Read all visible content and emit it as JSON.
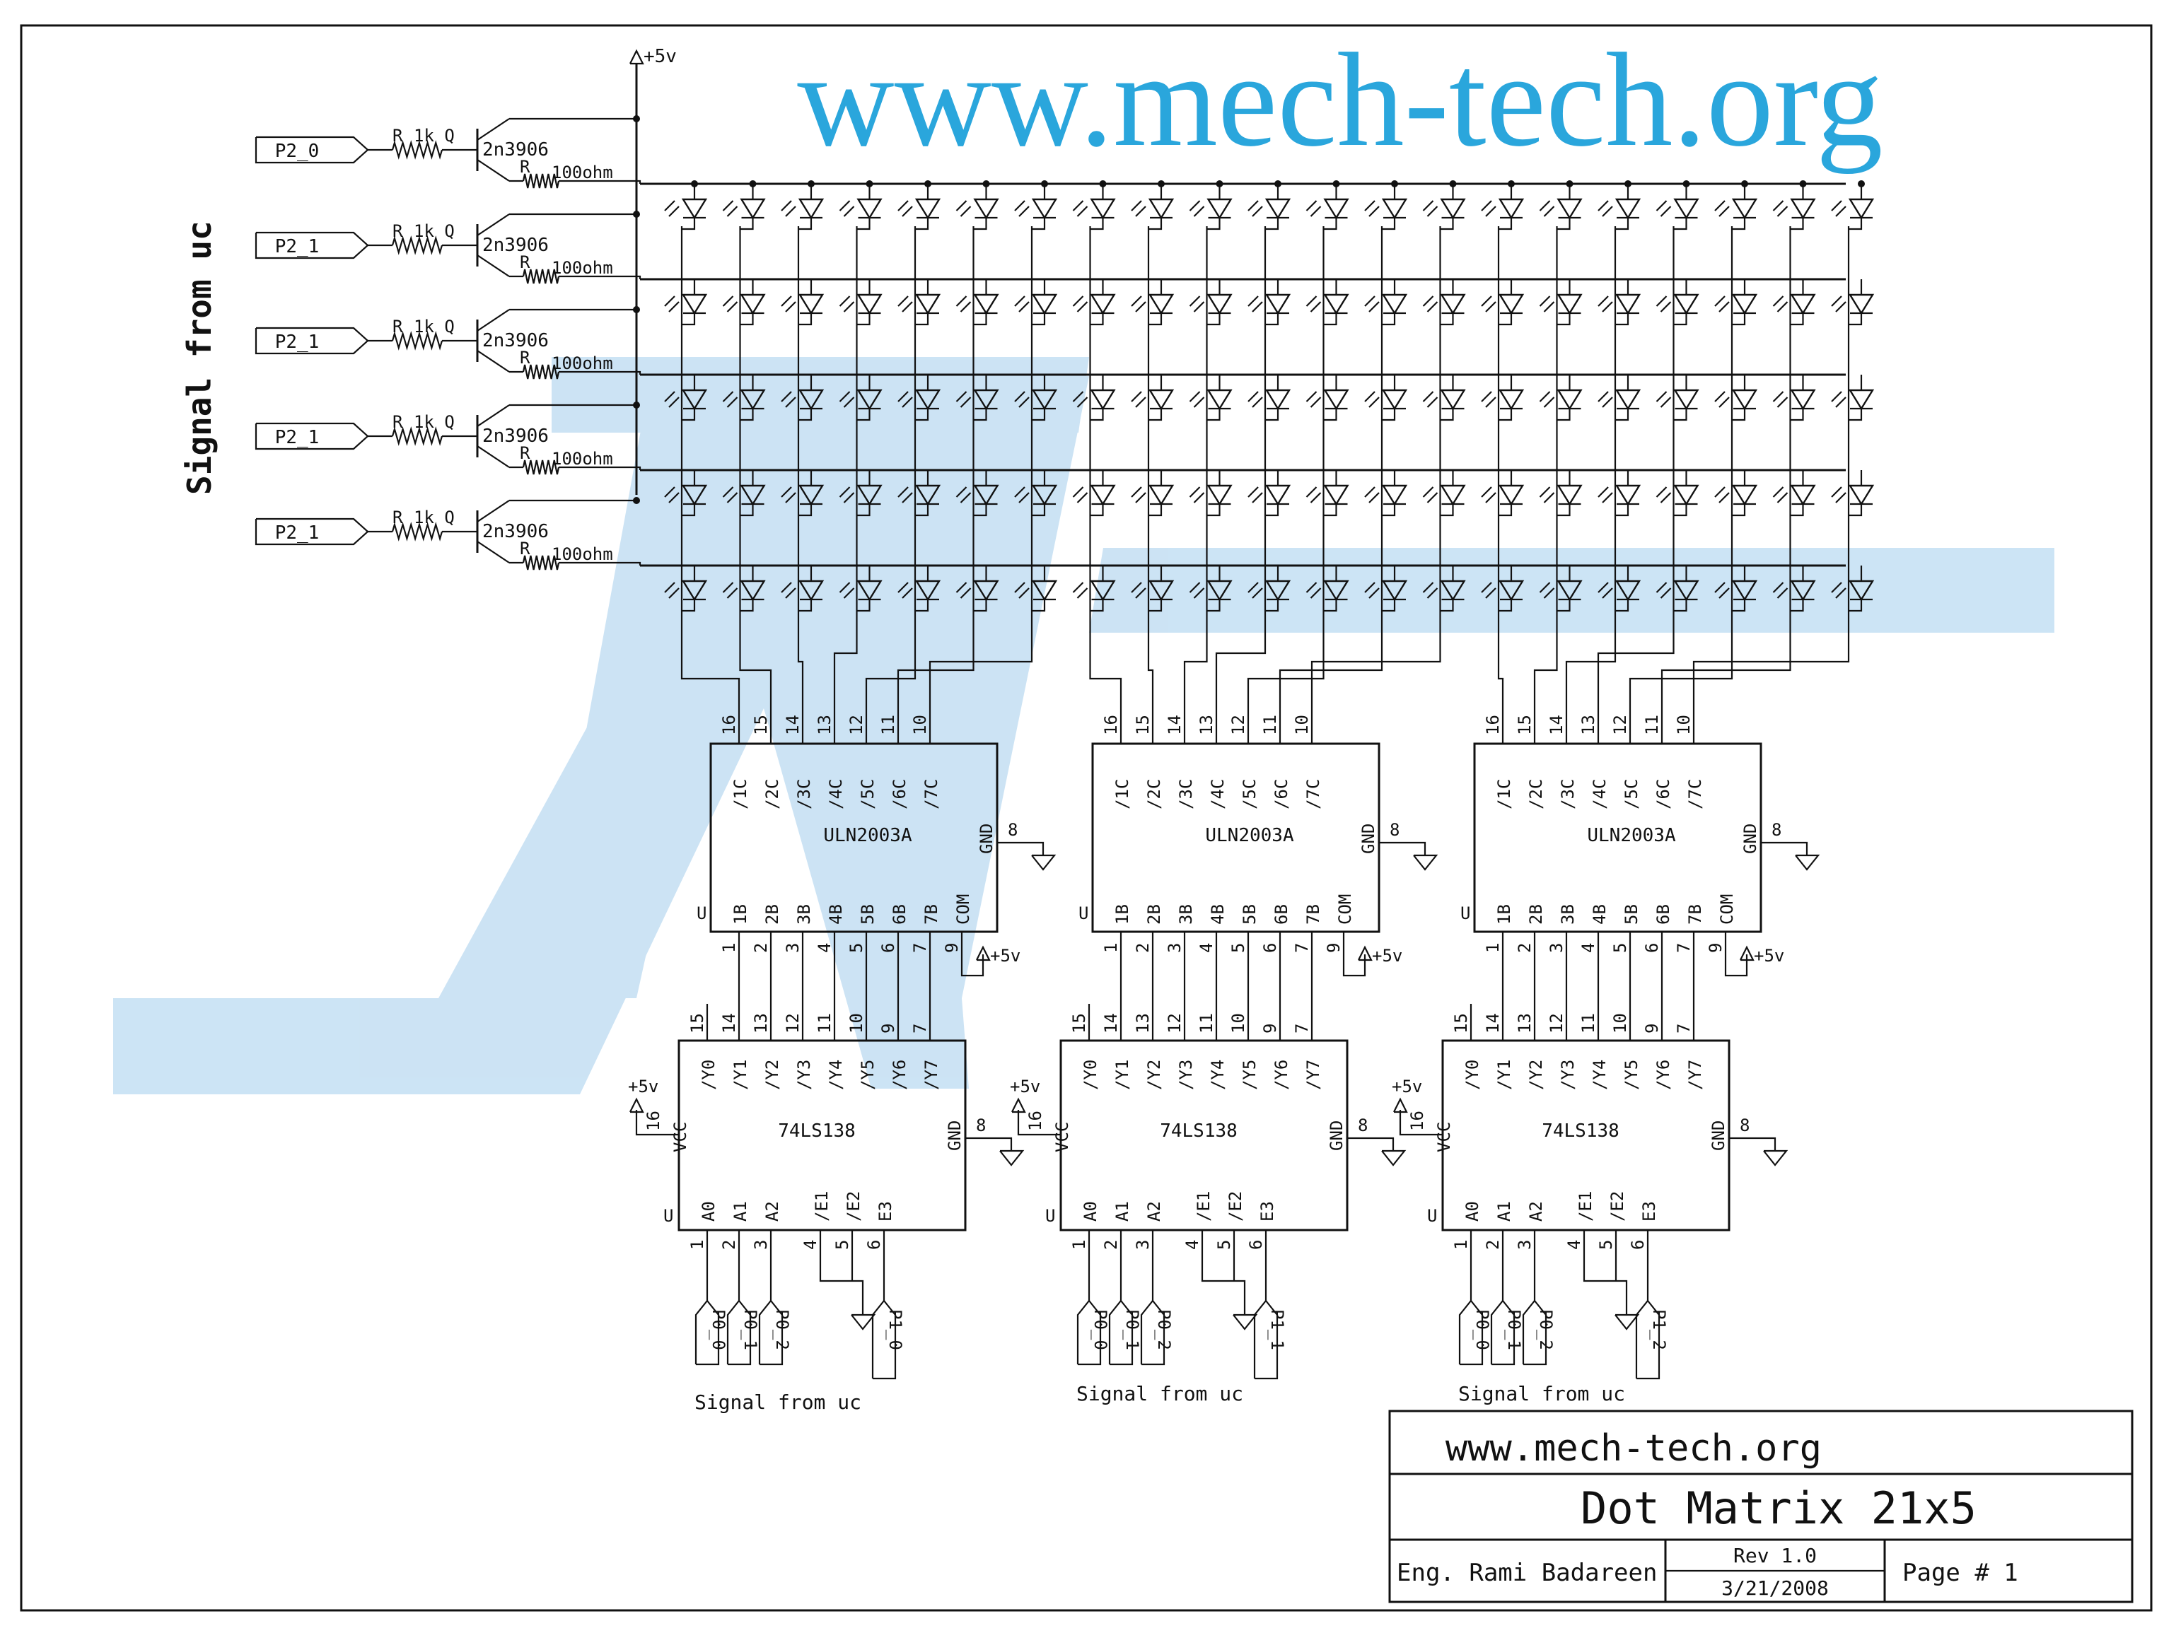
{
  "watermark": "www.mech-tech.org",
  "vcc_label": "+5v",
  "side_label": "Signal from uc",
  "row_drivers": [
    {
      "port": "P2_0",
      "resistor_name": "R",
      "resistor_value": "1k Q",
      "transistor": "2n3906",
      "collector_name": "R",
      "collector_value": "100ohm"
    },
    {
      "port": "P2_1",
      "resistor_name": "R",
      "resistor_value": "1k Q",
      "transistor": "2n3906",
      "collector_name": "R",
      "collector_value": "100ohm"
    },
    {
      "port": "P2_1",
      "resistor_name": "R",
      "resistor_value": "1k Q",
      "transistor": "2n3906",
      "collector_name": "R",
      "collector_value": "100ohm"
    },
    {
      "port": "P2_1",
      "resistor_name": "R",
      "resistor_value": "1k Q",
      "transistor": "2n3906",
      "collector_name": "R",
      "collector_value": "100ohm"
    },
    {
      "port": "P2_1",
      "resistor_name": "R",
      "resistor_value": "1k Q",
      "transistor": "2n3906",
      "collector_name": "R",
      "collector_value": "100ohm"
    }
  ],
  "led_matrix": {
    "columns": 21,
    "rows": 5
  },
  "uln": {
    "name": "ULN2003A",
    "top_pins": [
      "16",
      "15",
      "14",
      "13",
      "12",
      "11",
      "10"
    ],
    "top_labels": [
      "/1C",
      "/2C",
      "/3C",
      "/4C",
      "/5C",
      "/6C",
      "/7C"
    ],
    "bottom_pins": [
      "1",
      "2",
      "3",
      "4",
      "5",
      "6",
      "7",
      "9"
    ],
    "bottom_labels": [
      "1B",
      "2B",
      "3B",
      "4B",
      "5B",
      "6B",
      "7B",
      "COM"
    ],
    "gnd_label": "GND",
    "gnd_pin": "8",
    "u_label": "U"
  },
  "decoder": {
    "name": "74LS138",
    "top_pins": [
      "15",
      "14",
      "13",
      "12",
      "11",
      "10",
      "9",
      "7"
    ],
    "top_labels": [
      "/Y0",
      "/Y1",
      "/Y2",
      "/Y3",
      "/Y4",
      "/Y5",
      "/Y6",
      "/Y7"
    ],
    "bottom_pins": [
      "1",
      "2",
      "3",
      "4",
      "5",
      "6"
    ],
    "bottom_labels": [
      "A0",
      "A1",
      "A2",
      "/E1",
      "/E2",
      "E3"
    ],
    "vcc_label": "VCC",
    "vcc_pin": "16",
    "gnd_label": "GND",
    "gnd_pin": "8",
    "u_label": "U"
  },
  "addr_ports": [
    {
      "a": [
        "P0_0",
        "P0_1",
        "P0_2"
      ],
      "e3": "P1_0",
      "signal": "Signal from uc"
    },
    {
      "a": [
        "P0_0",
        "P0_1",
        "P0_2"
      ],
      "e3": "P1_1",
      "signal": "Signal from uc"
    },
    {
      "a": [
        "P0_0",
        "P0_1",
        "P0_2"
      ],
      "e3": "P1_2",
      "signal": "Signal from uc"
    }
  ],
  "title_block": {
    "site": "www.mech-tech.org",
    "title": "Dot Matrix 21x5",
    "author": "Eng. Rami Badareen",
    "rev": "Rev 1.0",
    "date": "3/21/2008",
    "page": "Page # 1"
  },
  "colors": {
    "ink": "#111111",
    "watermark": "#2aa6dc",
    "logo": "#8fc3e8"
  }
}
